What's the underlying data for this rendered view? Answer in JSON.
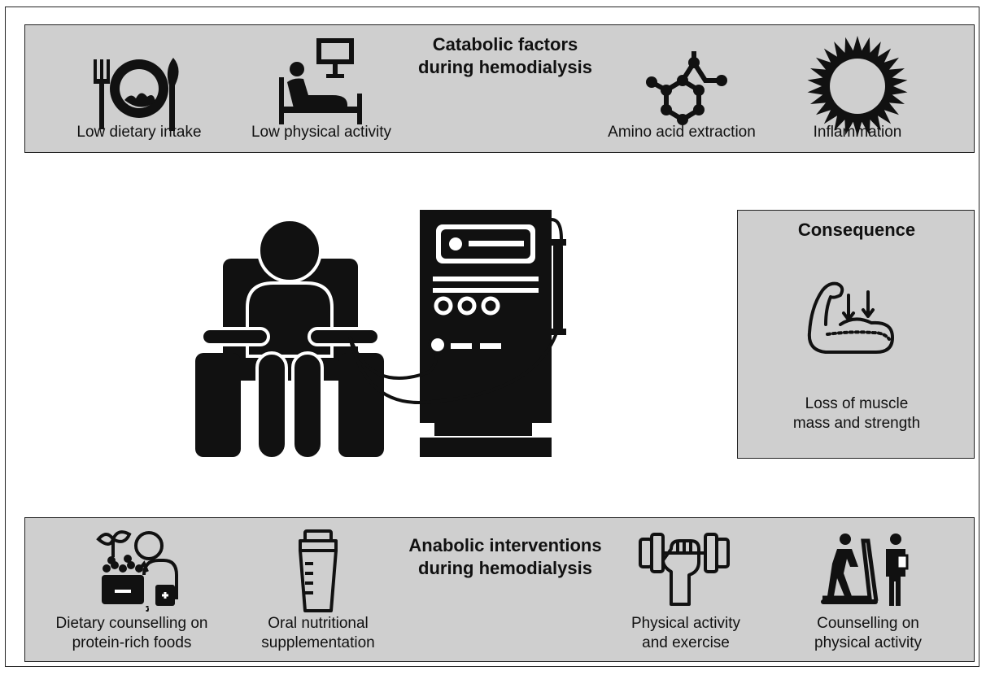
{
  "catabolic": {
    "title": "Catabolic factors\nduring hemodialysis",
    "items": [
      {
        "label": "Low dietary intake",
        "icon": "plate-cutlery-icon"
      },
      {
        "label": "Low physical activity",
        "icon": "bed-monitor-icon"
      },
      {
        "label": "Amino acid extraction",
        "icon": "molecule-icon"
      },
      {
        "label": "Inflammation",
        "icon": "burst-icon"
      }
    ]
  },
  "consequence": {
    "title": "Consequence",
    "label": "Loss of muscle\nmass and strength",
    "icon": "muscle-loss-icon"
  },
  "anabolic": {
    "title": "Anabolic interventions\nduring hemodialysis",
    "items": [
      {
        "label": "Dietary counselling on\nprotein-rich foods",
        "icon": "food-counselling-icon"
      },
      {
        "label": "Oral nutritional\nsupplementation",
        "icon": "shaker-bottle-icon"
      },
      {
        "label": "Physical activity\nand exercise",
        "icon": "dumbbell-icon"
      },
      {
        "label": "Counselling on\nphysical activity",
        "icon": "treadmill-coach-icon"
      }
    ]
  },
  "center": {
    "icon": "patient-dialysis-machine-icon"
  },
  "colors": {
    "panel": "#cfcfcf",
    "icon": "#111111",
    "border": "#222222"
  }
}
